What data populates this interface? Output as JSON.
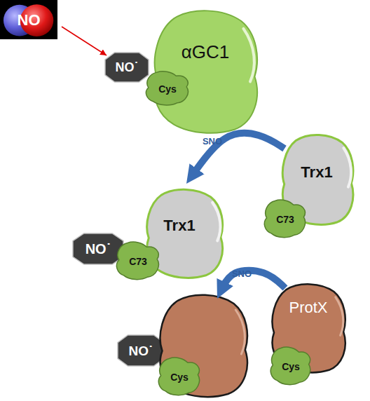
{
  "diagram": {
    "nodes": [
      {
        "text": [
          "NO"
        ]
      },
      {
        "text": [
          "NO˙"
        ]
      },
      {
        "text": [
          "αGC1"
        ]
      },
      {
        "text": [
          "Cys"
        ],
        "in": 2
      },
      {
        "text": [
          "Trx1"
        ]
      },
      {
        "text": [
          "C73"
        ],
        "in": 4
      },
      {
        "text": [
          "NO˙"
        ]
      },
      {
        "text": [
          "Trx1"
        ]
      },
      {
        "text": [
          "C73"
        ],
        "in": 7
      },
      {
        "text": [
          "ProtX"
        ]
      },
      {
        "text": [
          "Cys"
        ],
        "in": 9
      },
      {
        "text": [
          "NO˙"
        ]
      },
      {
        "text": []
      },
      {
        "text": [
          "Cys"
        ],
        "in": 12
      }
    ],
    "edges": [
      {
        "from": 0,
        "to": 1,
        "arrow": "to"
      },
      {
        "from": 4,
        "to": 7,
        "label": "SNO",
        "arrow": "to"
      },
      {
        "from": 9,
        "to": 12,
        "label": "SNO",
        "arrow": "to"
      }
    ]
  }
}
